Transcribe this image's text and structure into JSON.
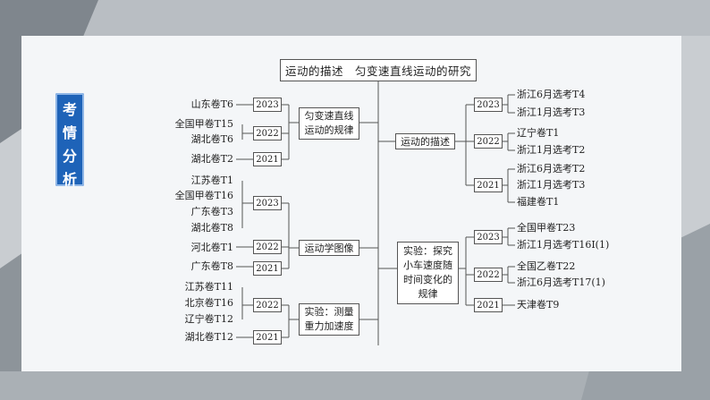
{
  "side_tab": [
    "考",
    "情",
    "分",
    "析"
  ],
  "title": "运动的描述　匀变速直线运动的研究",
  "left": {
    "topics": [
      {
        "label": "匀变速直线运动的规律",
        "years": [
          {
            "year": "2023",
            "items": [
              "山东卷T6"
            ]
          },
          {
            "year": "2022",
            "items": [
              "全国甲卷T15",
              "湖北卷T6"
            ]
          },
          {
            "year": "2021",
            "items": [
              "湖北卷T2"
            ]
          }
        ]
      },
      {
        "label": "运动学图像",
        "years": [
          {
            "year": "2023",
            "items": [
              "江苏卷T1",
              "全国甲卷T16",
              "广东卷T3",
              "湖北卷T8"
            ]
          },
          {
            "year": "2022",
            "items": [
              "河北卷T1"
            ]
          },
          {
            "year": "2021",
            "items": [
              "广东卷T8"
            ]
          }
        ]
      },
      {
        "label": "实验：测量重力加速度",
        "years": [
          {
            "year": "2022",
            "items": [
              "江苏卷T11",
              "北京卷T16",
              "辽宁卷T12"
            ]
          },
          {
            "year": "2021",
            "items": [
              "湖北卷T12"
            ]
          }
        ]
      }
    ]
  },
  "right": {
    "topics": [
      {
        "label": "运动的描述",
        "years": [
          {
            "year": "2023",
            "items": [
              "浙江6月选考T4",
              "浙江1月选考T3"
            ]
          },
          {
            "year": "2022",
            "items": [
              "辽宁卷T1",
              "浙江1月选考T2"
            ]
          },
          {
            "year": "2021",
            "items": [
              "浙江6月选考T2",
              "浙江1月选考T3",
              "福建卷T1"
            ]
          }
        ]
      },
      {
        "label": "实验：探究小车速度随时间变化的规律",
        "years": [
          {
            "year": "2023",
            "items": [
              "全国甲卷T23",
              "浙江1月选考T16Ⅰ(1)"
            ]
          },
          {
            "year": "2022",
            "items": [
              "全国乙卷T22",
              "浙江6月选考T17(1)"
            ]
          },
          {
            "year": "2021",
            "items": [
              "天津卷T9"
            ]
          }
        ]
      }
    ]
  },
  "colors": {
    "accent": "#1e63b8",
    "line": "#555555",
    "panel": "#f4f6f8"
  }
}
